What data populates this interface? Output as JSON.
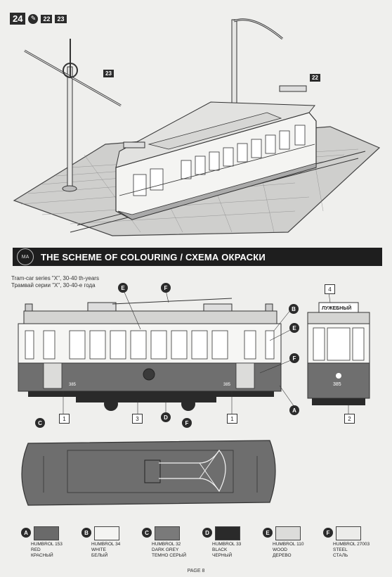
{
  "step": {
    "number": "24",
    "refs": [
      "22",
      "23"
    ],
    "callouts": [
      "23",
      "22"
    ]
  },
  "banner": {
    "title": "THE SCHEME OF COLOURING / СХЕМА ОКРАСКИ"
  },
  "tram": {
    "series_en": "Tram-car series \"X\", 30-40 th-years",
    "series_ru": "Трамвай серии \"X\", 30-40-е года",
    "car_number": "385",
    "route_sign": "ЛУЖЕБНЫЙ"
  },
  "view_tags": [
    "1",
    "3",
    "1",
    "4",
    "2"
  ],
  "colour_codes": [
    "E",
    "F",
    "B",
    "E",
    "F",
    "A",
    "D",
    "C",
    "F"
  ],
  "legend": [
    {
      "code": "A",
      "name": "HUMBROL 153",
      "en": "RED",
      "ru": "КРАСНЫЙ",
      "color": "#6a6a6a"
    },
    {
      "code": "B",
      "name": "HUMBROL 34",
      "en": "WHITE",
      "ru": "БЕЛЫЙ",
      "color": "#f4f4f2"
    },
    {
      "code": "C",
      "name": "HUMBROL 32",
      "en": "DARK GREY",
      "ru": "ТЕМНО СЕРЫЙ",
      "color": "#7a7a7a"
    },
    {
      "code": "D",
      "name": "HUMBROL 33",
      "en": "BLACK",
      "ru": "ЧЕРНЫЙ",
      "color": "#2a2a2a"
    },
    {
      "code": "E",
      "name": "HUMBROL 110",
      "en": "WOOD",
      "ru": "ДЕРЕВО",
      "color": "#dcdcda"
    },
    {
      "code": "F",
      "name": "HUMBROL 27003",
      "en": "STEEL",
      "ru": "СТАЛЬ",
      "color": "#ececea"
    }
  ],
  "footer": "PAGE 8"
}
